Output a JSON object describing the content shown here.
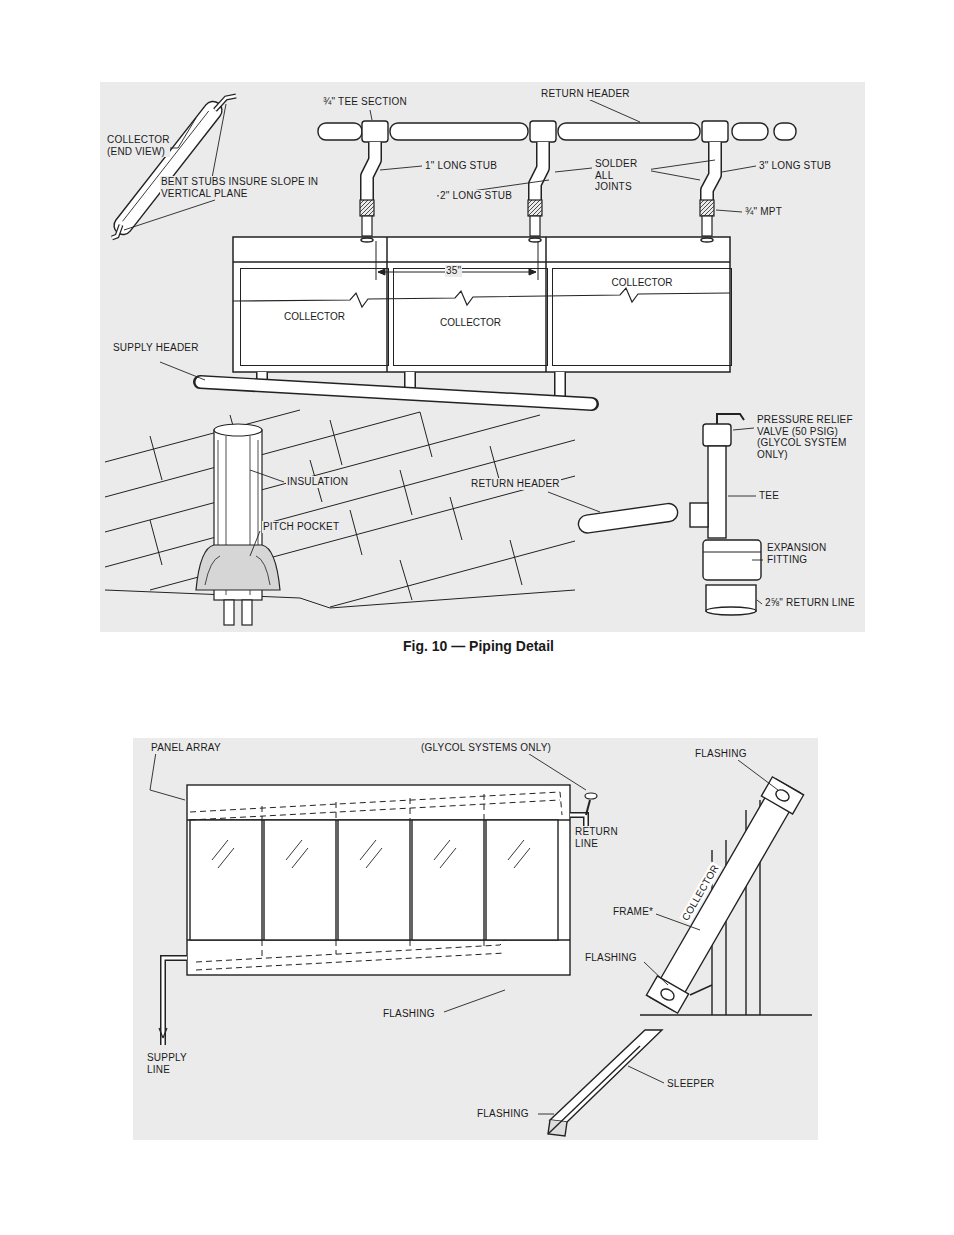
{
  "diagram": {
    "caption": "Fig. 10 — Piping Detail",
    "nodes": [
      {
        "text": [
          "COLLECTOR"
        ]
      },
      {
        "text": [
          "COLLECTOR"
        ]
      },
      {
        "text": [
          "COLLECTOR"
        ]
      }
    ],
    "labels": [
      "COLLECTOR (END VIEW)",
      "BENT STUBS INSURE SLOPE IN VERTICAL PLANE",
      "¾\" TEE SECTION",
      "RETURN HEADER",
      "1\" LONG STUB",
      "2\" LONG STUB",
      "SOLDER ALL JOINTS",
      "3\" LONG STUB",
      "¾\" MPT",
      "35\"",
      "SUPPLY HEADER",
      "INSULATION",
      "PITCH POCKET",
      "PRESSURE RELIEF VALVE (50 PSIG) (GLYCOL SYSTEM ONLY)",
      "RETURN HEADER",
      "TEE",
      "EXPANSION FITTING",
      "2⅝\" RETURN LINE",
      "PANEL ARRAY",
      "(GLYCOL SYSTEMS ONLY)",
      "FLASHING",
      "RETURN LINE",
      "COLLECTOR",
      "FRAME*",
      "FLASHING",
      "SUPPLY LINE",
      "FLASHING",
      "SLEEPER",
      "FLASHING"
    ]
  }
}
